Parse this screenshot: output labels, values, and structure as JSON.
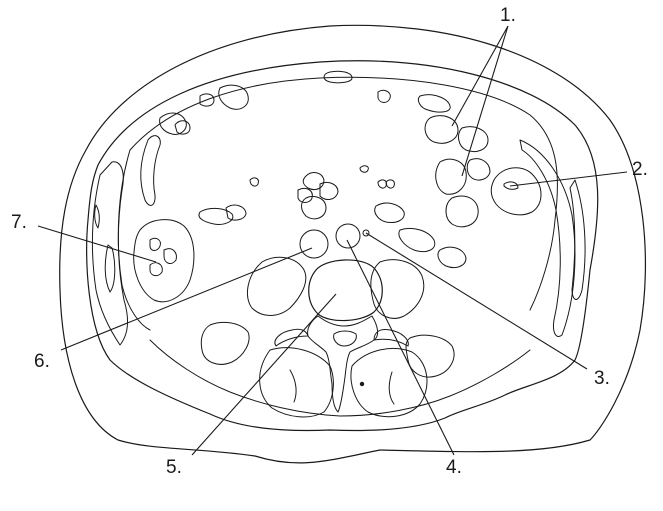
{
  "labels": {
    "l1": "1.",
    "l2": "2.",
    "l3": "3.",
    "l4": "4.",
    "l5": "5.",
    "l6": "6.",
    "l7": "7."
  }
}
